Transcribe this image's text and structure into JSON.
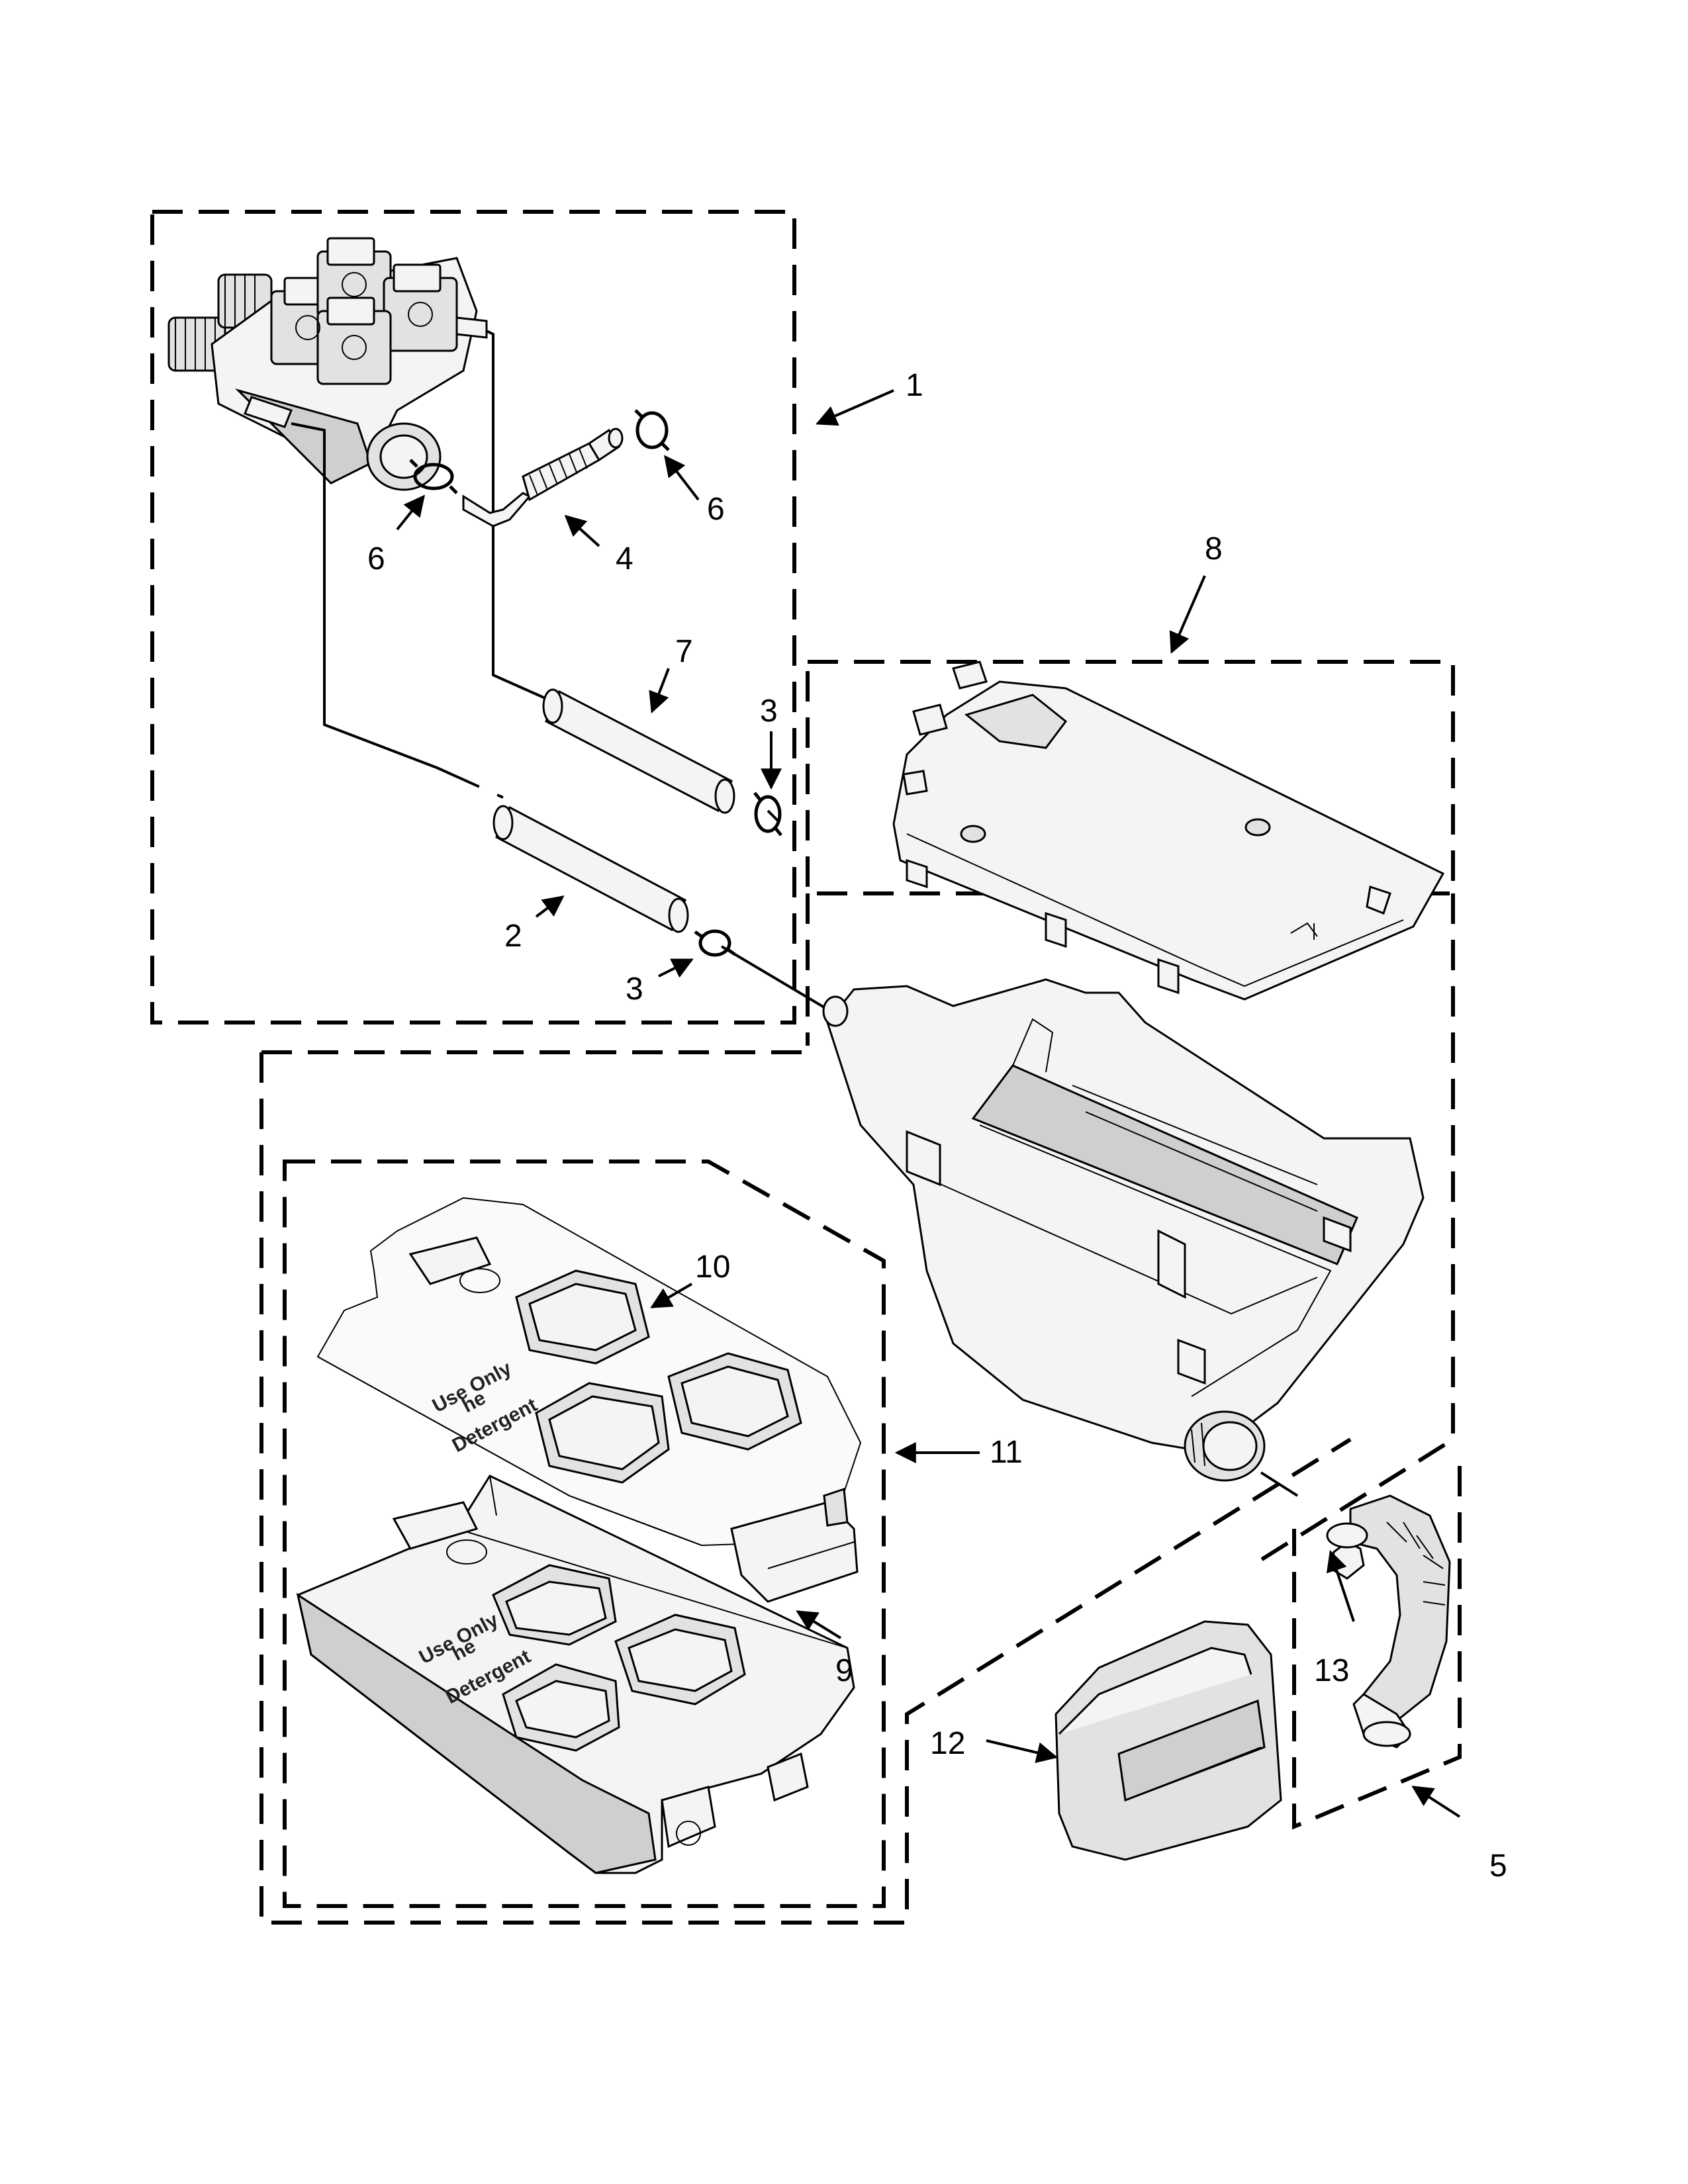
{
  "callouts": {
    "c1": "1",
    "c2": "2",
    "c3a": "3",
    "c3b": "3",
    "c4": "4",
    "c5": "5",
    "c6a": "6",
    "c6b": "6",
    "c7": "7",
    "c8": "8",
    "c9": "9",
    "c10": "10",
    "c11": "11",
    "c12": "12",
    "c13": "13"
  },
  "tray_print": {
    "top_line1": "Use Only",
    "top_logo": "he",
    "top_line2": "Detergent",
    "bottom_line1": "Use Only",
    "bottom_logo": "he",
    "bottom_line2": "Detergent"
  }
}
